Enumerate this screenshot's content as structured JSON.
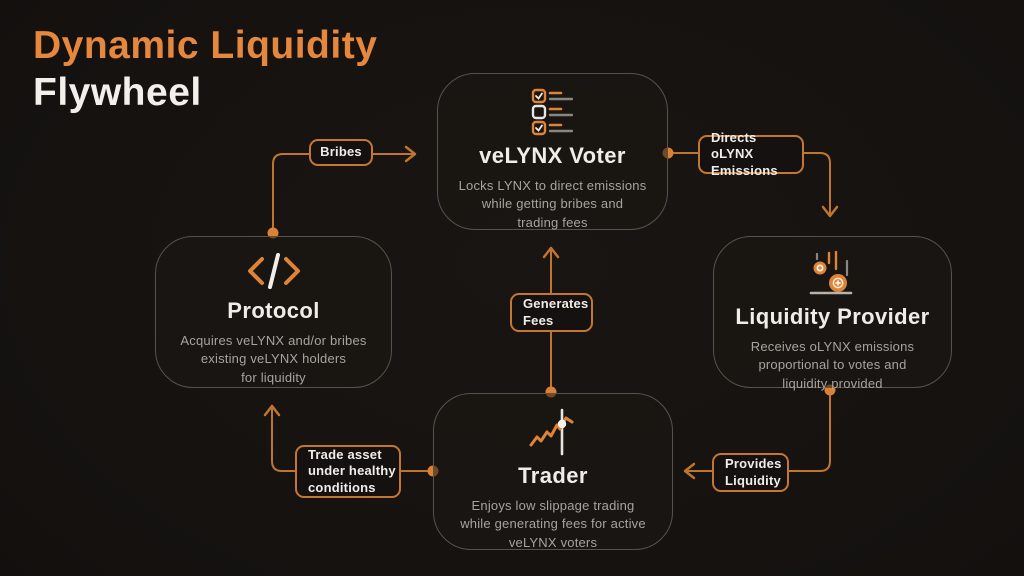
{
  "title": {
    "line1": "Dynamic Liquidity",
    "line2": "Flywheel"
  },
  "colors": {
    "accent_orange": "#E0863B",
    "connector_orange": "#C0752E",
    "background": "#141110",
    "node_border": "#56524E",
    "node_title_color": "#F0EDE8",
    "node_description_color": "#A7A39D"
  },
  "nodes": {
    "voter": {
      "icon": "checklist-icon",
      "title": "veLYNX Voter",
      "description": "Locks LYNX to direct emissions\nwhile getting bribes and\ntrading fees"
    },
    "liquidity_provider": {
      "icon": "falling-coins-icon",
      "title": "Liquidity Provider",
      "description": "Receives oLYNX emissions\nproportional to votes and\nliquidity provided"
    },
    "trader": {
      "icon": "candlestick-chart-icon",
      "title": "Trader",
      "description": "Enjoys low slippage trading\nwhile generating fees for active\nveLYNX voters"
    },
    "protocol": {
      "icon": "code-brackets-icon",
      "title": "Protocol",
      "description": "Acquires veLYNX and/or bribes\nexisting veLYNX holders\nfor liquidity"
    }
  },
  "edges": {
    "bribes": {
      "label": "Bribes",
      "from": "Protocol",
      "to": "veLYNX Voter"
    },
    "directs_emissions": {
      "label": "Directs oLYNX\nEmissions",
      "from": "veLYNX Voter",
      "to": "Liquidity Provider"
    },
    "provides_liquidity": {
      "label": "Provides\nLiquidity",
      "from": "Liquidity Provider",
      "to": "Trader"
    },
    "trade_asset": {
      "label": "Trade asset\nunder healthy\nconditions",
      "from": "Trader",
      "to": "Protocol"
    },
    "generates_fees": {
      "label": "Generates\nFees",
      "from": "Trader",
      "to": "veLYNX Voter"
    }
  }
}
